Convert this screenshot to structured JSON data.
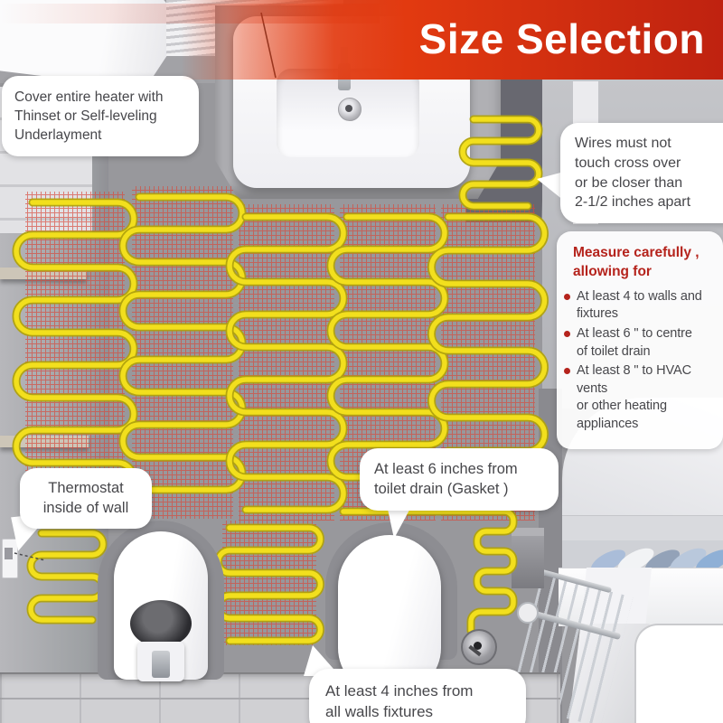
{
  "header": {
    "title": "Size Selection"
  },
  "callouts": {
    "cover": "Cover entire heater with\nThinset or Self-leveling\nUnderlayment",
    "wires": "Wires must not\ntouch cross over\nor be closer than\n2-1/2 inches apart",
    "drain": "At least 6 inches from\ntoilet drain (Gasket )",
    "thermostat": "Thermostat\ninside of wall",
    "walls": "At least 4 inches from\nall walls fixtures"
  },
  "measure_panel": {
    "heading": "Measure carefully ,\nallowing for",
    "bullets": [
      "At least 4 to walls and\nfixtures",
      "At least 6 \" to centre\nof toilet drain",
      "At least 8 \" to HVAC\nvents\nor other heating\nappliances"
    ]
  },
  "colors": {
    "banner-red": "#e23a10",
    "banner-red-dark": "#bf2210",
    "heading-red": "#b5231c",
    "wire-yellow": "#f2df1d",
    "wire-outline": "#b0a20e",
    "mesh-red": "#d64a3c",
    "floor-gray": "#98989c",
    "bubble-text": "#47474b"
  }
}
